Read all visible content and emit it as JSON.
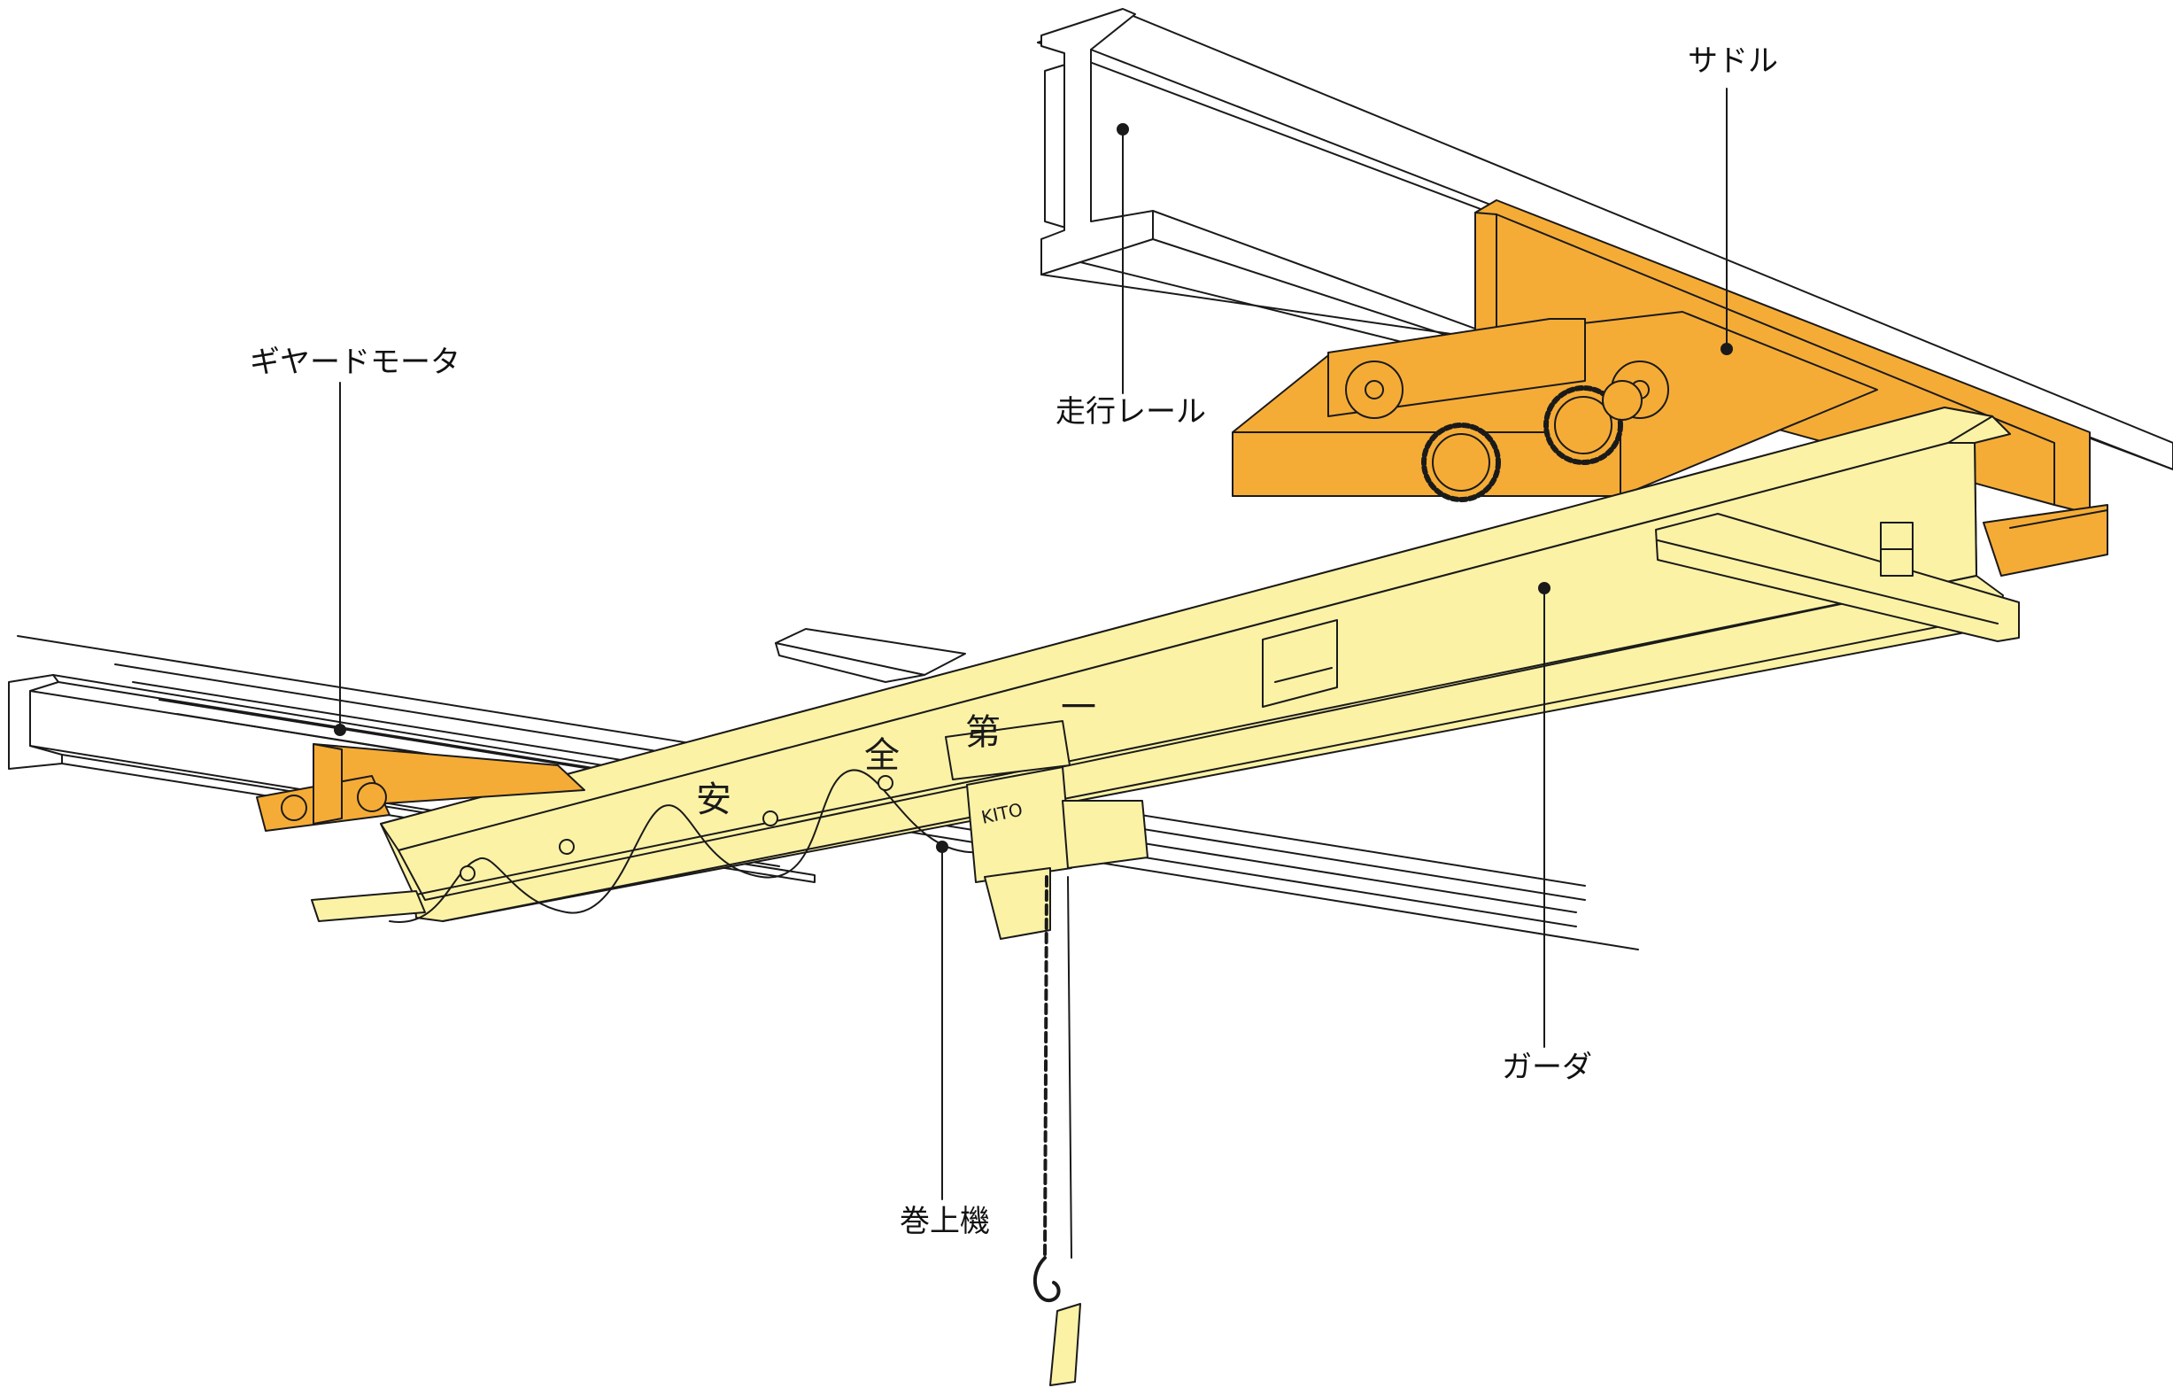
{
  "labels": {
    "saddle": "サドル",
    "geared_motor": "ギヤードモータ",
    "runway_rail": "走行レール",
    "girder": "ガーダ",
    "hoist": "巻上機"
  },
  "hoist_brand": "KITO",
  "safety_marks": [
    "安",
    "全",
    "第",
    "一"
  ],
  "colors": {
    "girder": "#FBF2A6",
    "saddle": "#F5AC36",
    "line": "#1a1a1a",
    "rail_fill": "#ffffff"
  }
}
